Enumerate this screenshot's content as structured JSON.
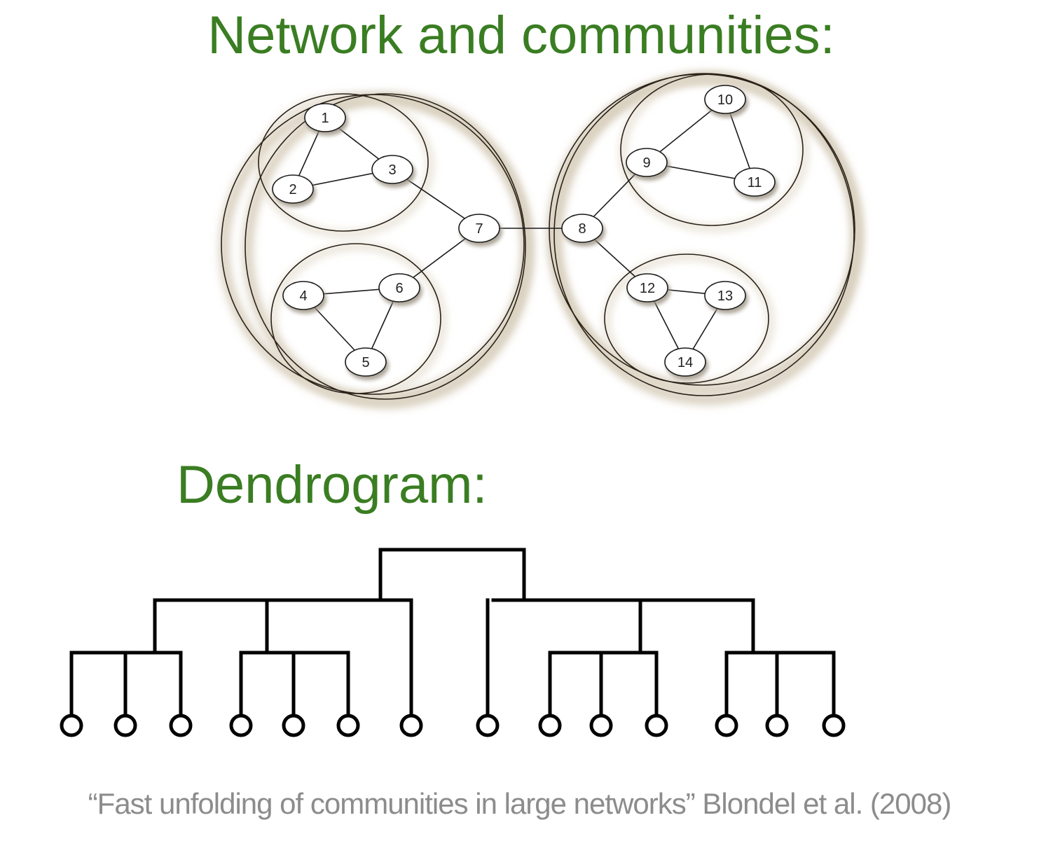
{
  "titles": {
    "network": "Network and communities:",
    "dendrogram": "Dendrogram:"
  },
  "citation": "“Fast unfolding of communities in large networks” Blondel et al. (2008)",
  "colors": {
    "title": "#3a7d22",
    "citation": "#8c8c8c",
    "lines": "#000000"
  },
  "network": {
    "nodes": [
      {
        "id": "1",
        "label": "1"
      },
      {
        "id": "2",
        "label": "2"
      },
      {
        "id": "3",
        "label": "3"
      },
      {
        "id": "4",
        "label": "4"
      },
      {
        "id": "5",
        "label": "5"
      },
      {
        "id": "6",
        "label": "6"
      },
      {
        "id": "7",
        "label": "7"
      },
      {
        "id": "8",
        "label": "8"
      },
      {
        "id": "9",
        "label": "9"
      },
      {
        "id": "10",
        "label": "10"
      },
      {
        "id": "11",
        "label": "11"
      },
      {
        "id": "12",
        "label": "12"
      },
      {
        "id": "13",
        "label": "13"
      },
      {
        "id": "14",
        "label": "14"
      }
    ],
    "edges": [
      [
        "1",
        "2"
      ],
      [
        "1",
        "3"
      ],
      [
        "2",
        "3"
      ],
      [
        "3",
        "7"
      ],
      [
        "4",
        "6"
      ],
      [
        "4",
        "5"
      ],
      [
        "5",
        "6"
      ],
      [
        "6",
        "7"
      ],
      [
        "7",
        "8"
      ],
      [
        "8",
        "9"
      ],
      [
        "9",
        "10"
      ],
      [
        "9",
        "11"
      ],
      [
        "10",
        "11"
      ],
      [
        "8",
        "12"
      ],
      [
        "12",
        "13"
      ],
      [
        "12",
        "14"
      ],
      [
        "13",
        "14"
      ]
    ],
    "communities": [
      {
        "level": 1,
        "members": [
          "1",
          "2",
          "3"
        ]
      },
      {
        "level": 1,
        "members": [
          "4",
          "5",
          "6"
        ]
      },
      {
        "level": 1,
        "members": [
          "9",
          "10",
          "11"
        ]
      },
      {
        "level": 1,
        "members": [
          "12",
          "13",
          "14"
        ]
      },
      {
        "level": 2,
        "members": [
          "1",
          "2",
          "3",
          "4",
          "5",
          "6",
          "7"
        ]
      },
      {
        "level": 2,
        "members": [
          "8",
          "9",
          "10",
          "11",
          "12",
          "13",
          "14"
        ]
      }
    ]
  },
  "dendrogram": {
    "leaf_count": 14,
    "groups": [
      [
        0,
        1,
        2
      ],
      [
        3,
        4,
        5
      ],
      [
        8,
        9,
        10
      ],
      [
        11,
        12,
        13
      ]
    ],
    "singletons": [
      6,
      7
    ]
  }
}
